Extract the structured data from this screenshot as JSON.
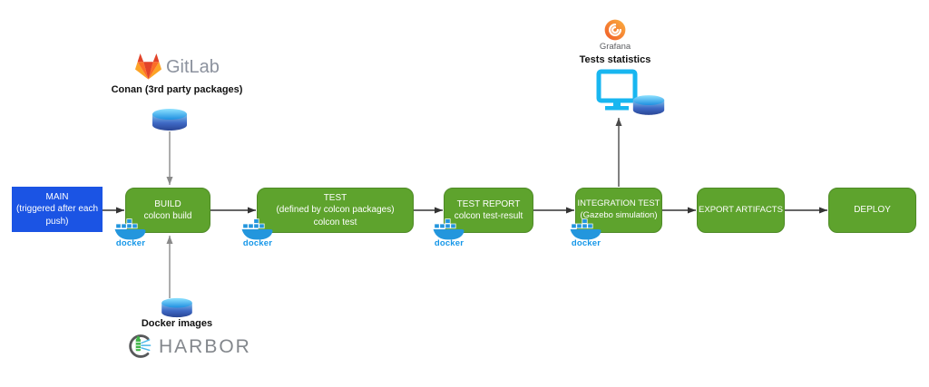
{
  "diagram": {
    "nodes": {
      "main": {
        "label": "MAIN\n(triggered after each push)",
        "color": "#1B54E4"
      },
      "build": {
        "label": "BUILD\ncolcon build",
        "color": "#5EA32D"
      },
      "test": {
        "label": "TEST\n(defined by colcon packages)\ncolcon test",
        "color": "#5EA32D"
      },
      "test_report": {
        "label": "TEST REPORT\ncolcon test-result",
        "color": "#5EA32D"
      },
      "integration_test": {
        "label": "INTEGRATION TEST\n(Gazebo simulation)",
        "color": "#5EA32D"
      },
      "export_artifacts": {
        "label": "EXPORT ARTIFACTS",
        "color": "#5EA32D"
      },
      "deploy": {
        "label": "DEPLOY",
        "color": "#5EA32D"
      }
    },
    "annotations": {
      "gitlab_wordmark": "GitLab",
      "conan_label": "Conan (3rd party packages)",
      "docker_label": "docker",
      "docker_images_label": "Docker images",
      "harbor_wordmark": "HARBOR",
      "grafana_wordmark": "Grafana",
      "tests_statistics_label": "Tests statistics"
    },
    "icons": [
      "gitlab-tanuki-icon",
      "database-cylinder-icon",
      "docker-whale-icon",
      "harbor-lighthouse-icon",
      "grafana-spiral-icon",
      "monitor-icon"
    ],
    "colors": {
      "process_green": "#5EA32D",
      "process_green_border": "#4E8A26",
      "trigger_blue": "#1B54E4",
      "docker_blue": "#2396DD",
      "docker_text_blue": "#1496E8",
      "connector_dark": "#333333",
      "connector_gray": "#8A8A8A",
      "gitlab_orange": "#FC6D26",
      "gitlab_dark_orange": "#E24329",
      "gitlab_light_orange": "#FCA326",
      "grafana_orange": "#F05A28",
      "monitor_cyan": "#18B6F0",
      "harbor_gray": "#58595B"
    }
  }
}
